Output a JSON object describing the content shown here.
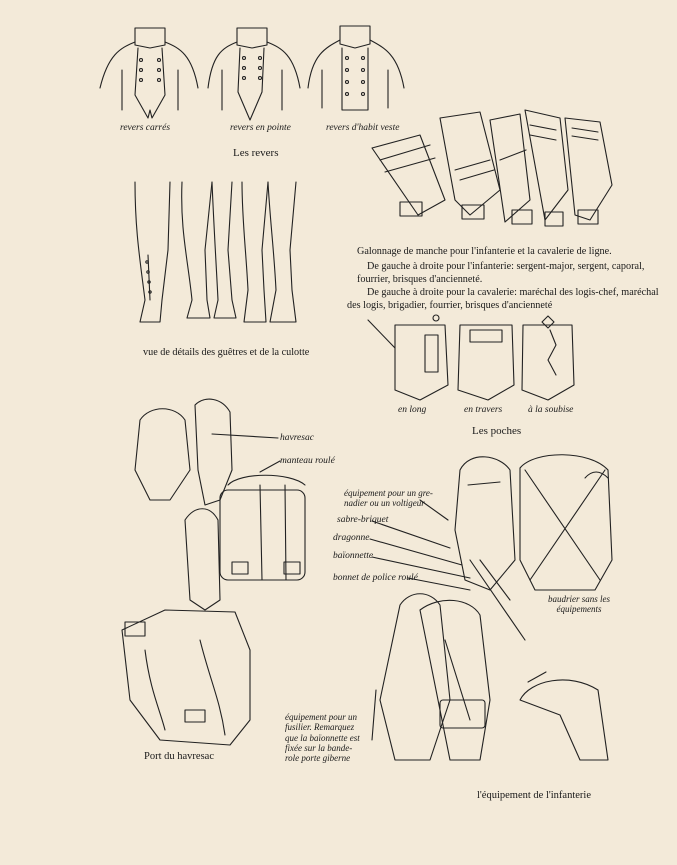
{
  "revers": {
    "labels": [
      "revers carrés",
      "revers en pointe",
      "revers d'habit veste"
    ],
    "caption": "Les revers"
  },
  "galonnage": {
    "title": "Galonnage de manche pour l'infanterie et la cavalerie de ligne.",
    "line1": "De gauche à droite pour l'infanterie: sergent-major, sergent, caporal,",
    "line2": "fourrier, brisques d'ancienneté.",
    "line3": "De gauche à droite pour la cavalerie: maréchal des logis-chef, maréchal",
    "line4": "des logis, brigadier, fourrier, brisques d'ancienneté"
  },
  "guetres": {
    "caption": "vue de détails des guêtres et de la culotte"
  },
  "poches": {
    "labels": [
      "en long",
      "en travers",
      "à la soubise"
    ],
    "caption": "Les poches"
  },
  "havresac": {
    "label_havresac": "havresac",
    "label_manteau": "manteau roulé",
    "caption": "Port du havresac",
    "note": [
      "équipement pour un",
      "fusilier. Remarquez",
      "que la baïonnette est",
      "fixée sur la bande-",
      "role porte giberne"
    ]
  },
  "equipement": {
    "label_grenadier": [
      "équipement pour un gre-",
      "nadier ou un voltigeur"
    ],
    "label_sabre": "sabre-briquet",
    "label_dragonne": "dragonne",
    "label_baionnette": "baïonnette",
    "label_bonnet": "bonnet de police roulé",
    "label_baudrier": [
      "baudrier sans les",
      "équipements"
    ],
    "caption": "l'équipement de l'infanterie"
  }
}
